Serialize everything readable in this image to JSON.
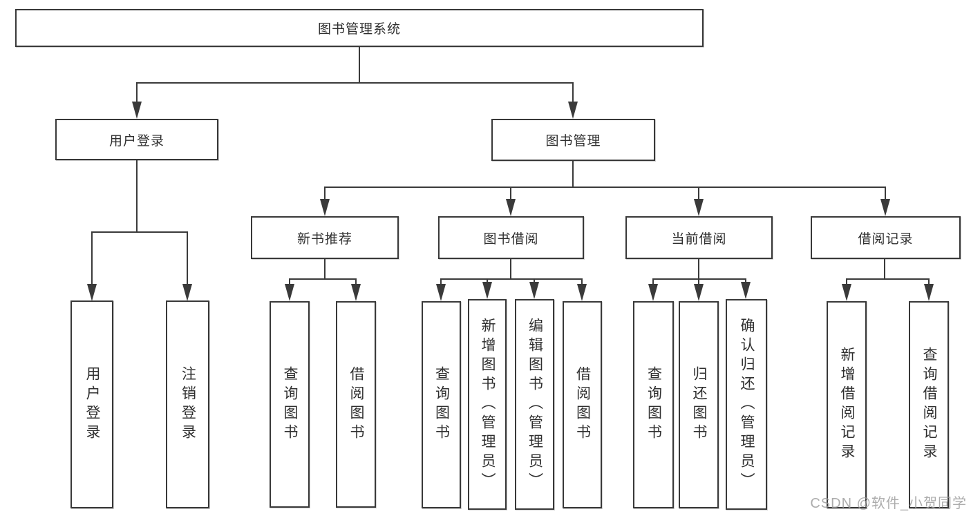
{
  "diagram": {
    "root_label": "图书管理系统",
    "level2": [
      {
        "label": "用户登录",
        "children": [
          {
            "label": "用户登录"
          },
          {
            "label": "注销登录"
          }
        ]
      },
      {
        "label": "图书管理",
        "children": [
          {
            "label": "新书推荐",
            "children": [
              {
                "label": "查询图书"
              },
              {
                "label": "借阅图书"
              }
            ]
          },
          {
            "label": "图书借阅",
            "children": [
              {
                "label": "查询图书"
              },
              {
                "label": "新增图书（管理员）"
              },
              {
                "label": "编辑图书（管理员）"
              },
              {
                "label": "借阅图书"
              }
            ]
          },
          {
            "label": "当前借阅",
            "children": [
              {
                "label": "查询图书"
              },
              {
                "label": "归还图书"
              },
              {
                "label": "确认归还（管理员）"
              }
            ]
          },
          {
            "label": "借阅记录",
            "children": [
              {
                "label": "新增借阅记录"
              },
              {
                "label": "查询借阅记录"
              }
            ]
          }
        ]
      }
    ]
  },
  "watermark": {
    "text": "CSDN @软件_小贺同学"
  },
  "colors": {
    "line": "#3a3a3a",
    "border": "#383838",
    "text": "#2f2f2f",
    "watermark": "#9e9e9e",
    "background": "#ffffff"
  }
}
